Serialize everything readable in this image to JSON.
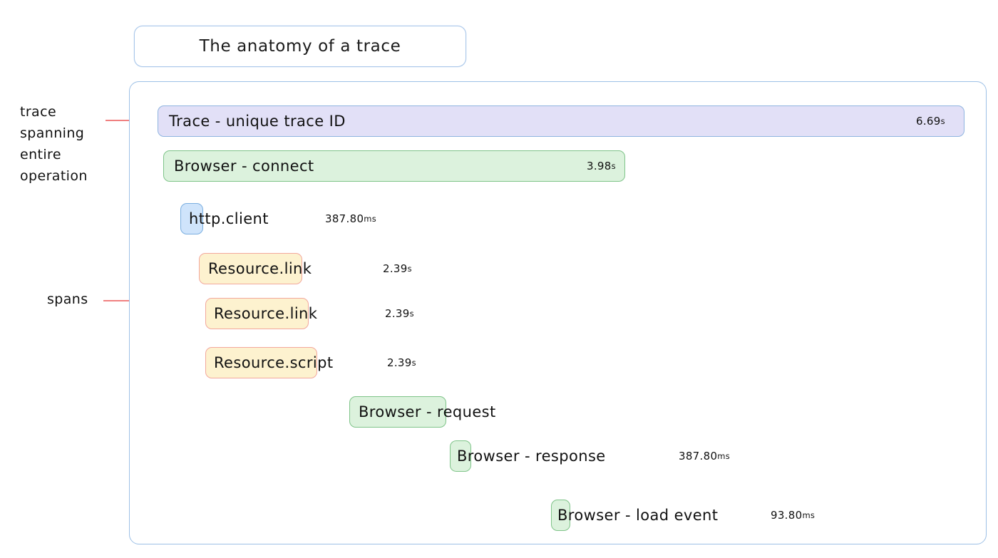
{
  "title": {
    "text": "The anatomy of a trace"
  },
  "annotations": {
    "trace_label": "trace\nspanning\nentire\noperation",
    "spans_label": "spans"
  },
  "colors": {
    "container_border": "#9dc0e6",
    "title_border": "#a9c7ea",
    "trace_fill": "#e2e0f7",
    "trace_border": "#8fb4e0",
    "browser_fill": "#dcf2dd",
    "browser_border": "#7fc489",
    "http_fill": "#cfe4fb",
    "http_border": "#7aaee0",
    "resource_fill": "#fdf2cf",
    "resource_border": "#f2a79c",
    "leader_line": "#f08080"
  },
  "rows": [
    {
      "name": "trace",
      "label": "Trace - unique trace ID",
      "duration_value": "6.69",
      "duration_unit": "s",
      "duration_position": "inside"
    },
    {
      "name": "browser-connect",
      "label": "Browser - connect",
      "duration_value": "3.98",
      "duration_unit": "s",
      "duration_position": "inside"
    },
    {
      "name": "http-client",
      "label": "http.client",
      "duration_value": "387.80",
      "duration_unit": "ms",
      "duration_position": "outside"
    },
    {
      "name": "resource-link-1",
      "label": "Resource.link",
      "duration_value": "2.39",
      "duration_unit": "s",
      "duration_position": "outside"
    },
    {
      "name": "resource-link-2",
      "label": "Resource.link",
      "duration_value": "2.39",
      "duration_unit": "s",
      "duration_position": "outside"
    },
    {
      "name": "resource-script",
      "label": "Resource.script",
      "duration_value": "2.39",
      "duration_unit": "s",
      "duration_position": "outside"
    },
    {
      "name": "browser-request",
      "label": "Browser - request",
      "duration_value": "",
      "duration_unit": "",
      "duration_position": "none"
    },
    {
      "name": "browser-response",
      "label": "Browser - response",
      "duration_value": "387.80",
      "duration_unit": "ms",
      "duration_position": "outside"
    },
    {
      "name": "browser-load-event",
      "label": "Browser - load event",
      "duration_value": "93.80",
      "duration_unit": "ms",
      "duration_position": "outside"
    }
  ]
}
